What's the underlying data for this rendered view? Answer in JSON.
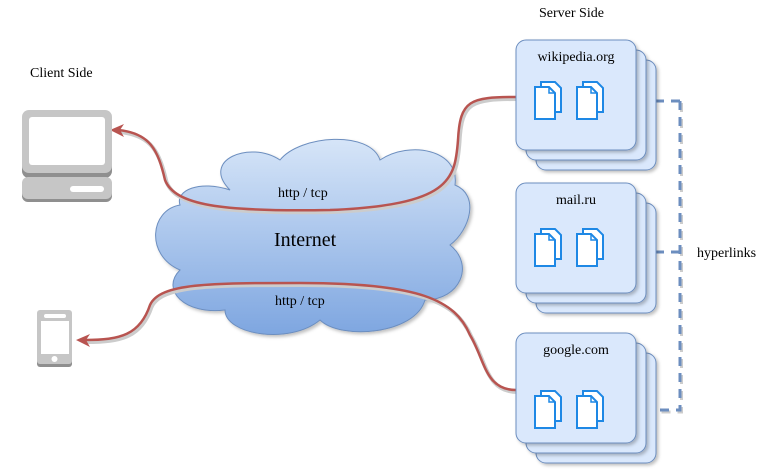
{
  "labels": {
    "client_side": "Client Side",
    "server_side": "Server Side",
    "internet": "Internet",
    "protocol_top": "http / tcp",
    "protocol_bottom": "http / tcp",
    "hyperlinks": "hyperlinks"
  },
  "clients": [
    {
      "name": "desktop-computer",
      "icon": "computer-icon"
    },
    {
      "name": "mobile-phone",
      "icon": "smartphone-icon"
    }
  ],
  "servers": [
    {
      "name": "wikipedia.org"
    },
    {
      "name": "mail.ru"
    },
    {
      "name": "google.com"
    }
  ],
  "colors": {
    "connection": "#b85450",
    "hyperlink": "#6c8ebf",
    "server_fill": "#dae8fc",
    "server_stroke": "#6c8ebf",
    "document_stroke": "#1e88e5",
    "device": "#c6c6c6",
    "device_dark": "#8f8f8f",
    "cloud_top": "#d6e5f8",
    "cloud_bottom": "#7ea6e0"
  }
}
